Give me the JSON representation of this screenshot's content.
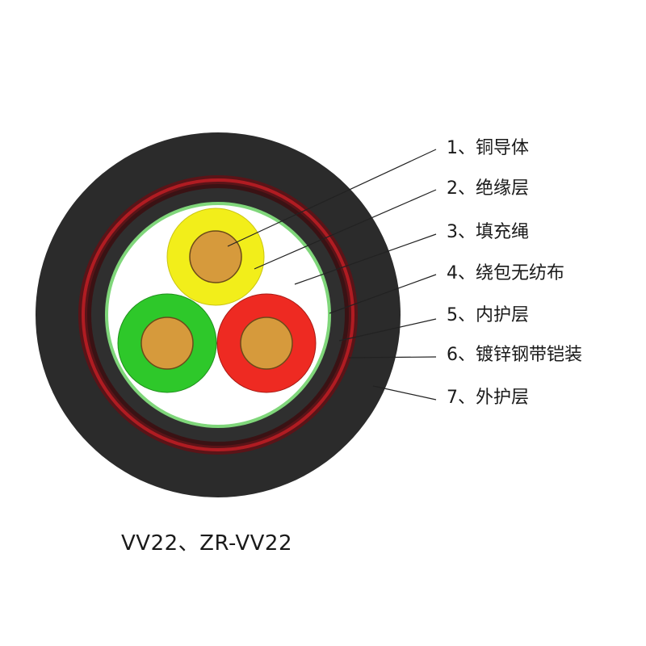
{
  "layers": [
    {
      "index": 1,
      "label": "1、铜导体"
    },
    {
      "index": 2,
      "label": "2、绝缘层"
    },
    {
      "index": 3,
      "label": "3、填充绳"
    },
    {
      "index": 4,
      "label": "4、绕包无纺布"
    },
    {
      "index": 5,
      "label": "5、内护层"
    },
    {
      "index": 6,
      "label": "6、镀锌钢带铠装"
    },
    {
      "index": 7,
      "label": "7、外护层"
    }
  ],
  "caption": "VV22、ZR-VV22",
  "colors": {
    "outer_sheath": "#2b2b2b",
    "armor_outer": "#5a1418",
    "armor_stripe": "#b01c22",
    "inner_sheath": "#2f2f2f",
    "wrap": "#7fd67a",
    "filler": "#ffffff",
    "core_yellow": "#f2ee1a",
    "core_green": "#2ec82a",
    "core_red": "#ee2a22",
    "copper": "#d69a3c",
    "leader_line": "#222222"
  }
}
